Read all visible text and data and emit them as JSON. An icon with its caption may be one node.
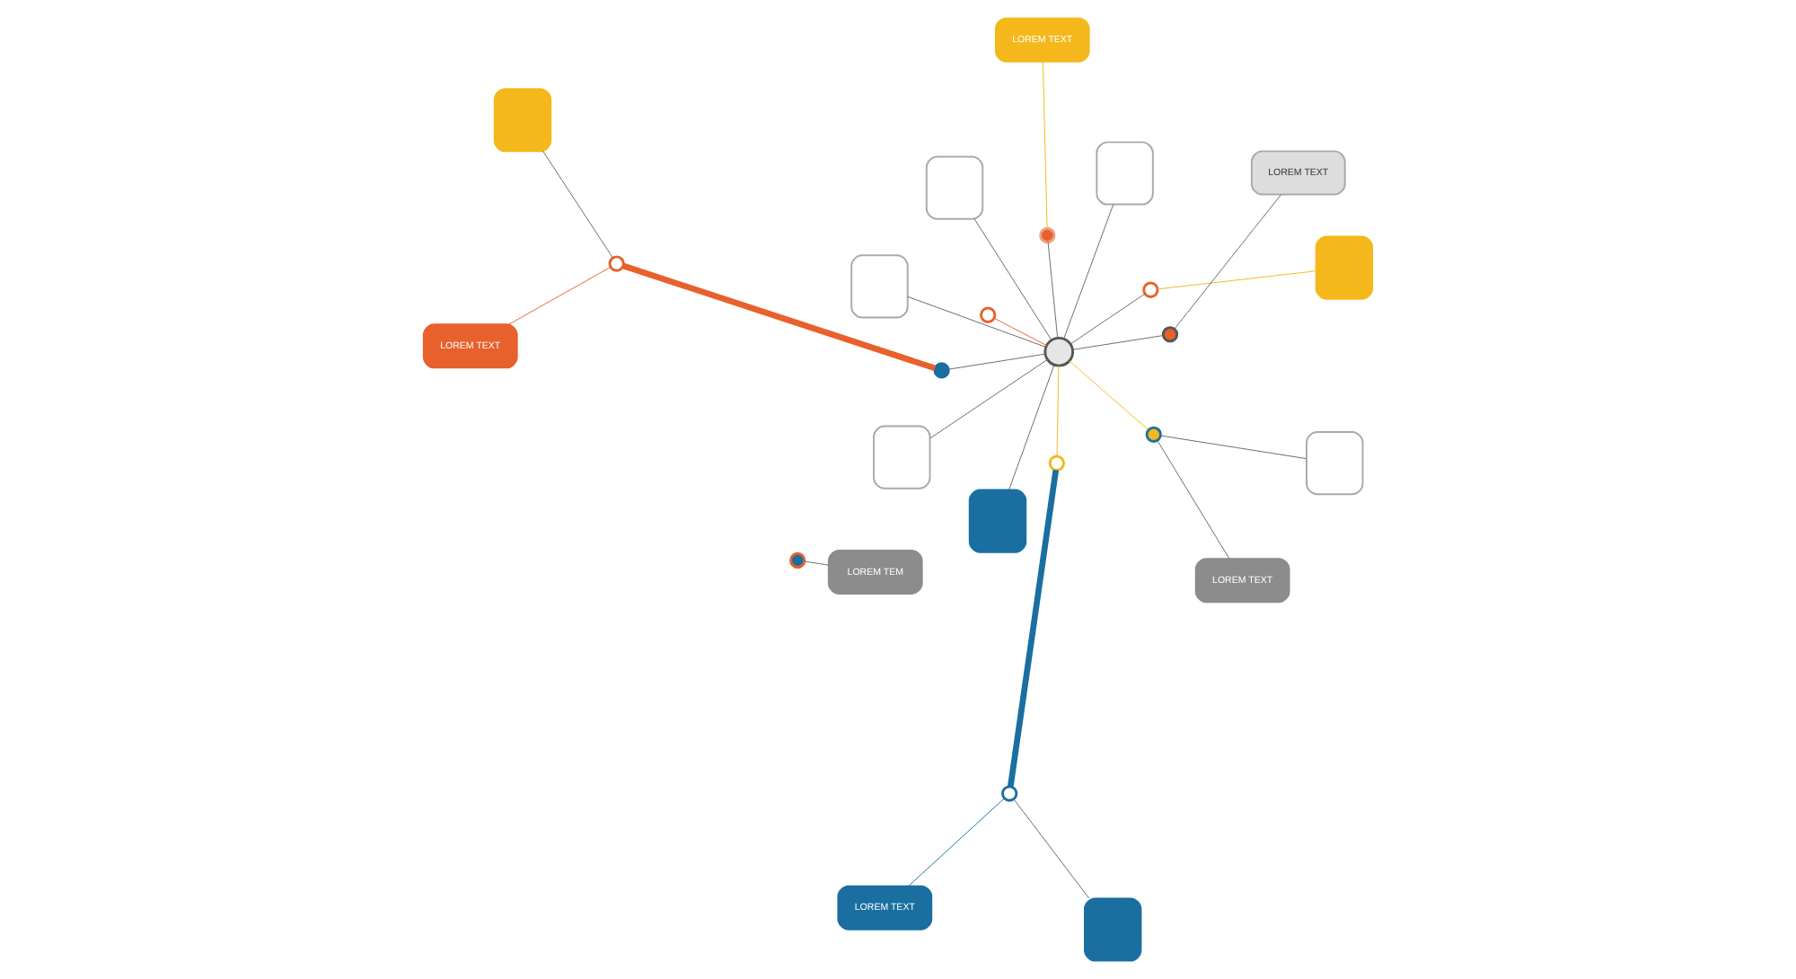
{
  "diagram": {
    "nodes": [
      {
        "text": [],
        "shape": "circle"
      },
      {
        "text": [],
        "shape": "circle"
      },
      {
        "text": [],
        "shape": "circle"
      },
      {
        "text": [],
        "shape": "circle"
      },
      {
        "text": [],
        "shape": "circle"
      },
      {
        "text": [],
        "shape": "circle"
      },
      {
        "text": [],
        "shape": "circle"
      },
      {
        "text": [],
        "shape": "circle"
      },
      {
        "text": [],
        "shape": "circle"
      },
      {
        "text": [],
        "shape": "circle"
      },
      {
        "text": [],
        "shape": "circle"
      },
      {
        "text": [],
        "shape": "box"
      },
      {
        "text": [
          "LOREM TEXT"
        ]
      },
      {
        "text": [],
        "shape": "box"
      },
      {
        "text": [],
        "shape": "box"
      },
      {
        "text": [
          "LOREM TEXT"
        ]
      },
      {
        "text": [
          "LOREM TEXT"
        ]
      },
      {
        "text": [],
        "shape": "box"
      },
      {
        "text": [],
        "shape": "box"
      },
      {
        "text": [
          "LOREM TEXT"
        ]
      },
      {
        "text": [],
        "shape": "box"
      },
      {
        "text": [],
        "shape": "box"
      },
      {
        "text": [],
        "shape": "box"
      },
      {
        "text": [
          "LOREM TEXT"
        ]
      },
      {
        "text": [],
        "shape": "box"
      },
      {
        "text": [
          "LOREM TEM"
        ]
      }
    ],
    "edges": [
      {
        "from": 9,
        "to": 1,
        "arrow": "none",
        "style": "thick",
        "color": "#1a6fa0"
      },
      {
        "from": 2,
        "to": 10,
        "arrow": "none",
        "style": "thick",
        "color": "#e8602c"
      },
      {
        "from": 1,
        "to": 0,
        "arrow": "none",
        "color": "#f5b81c"
      },
      {
        "from": 2,
        "to": 0,
        "arrow": "none"
      },
      {
        "from": 3,
        "to": 0,
        "arrow": "none"
      },
      {
        "from": 4,
        "to": 0,
        "arrow": "none"
      },
      {
        "from": 5,
        "to": 0,
        "arrow": "none",
        "color": "#f5b81c"
      },
      {
        "from": 6,
        "to": 0,
        "arrow": "none",
        "color": "#e8602c"
      },
      {
        "from": 8,
        "to": 0,
        "arrow": "none"
      },
      {
        "from": 12,
        "to": 9,
        "arrow": "none",
        "color": "#1a6fa0"
      },
      {
        "from": 13,
        "to": 9,
        "arrow": "none"
      },
      {
        "from": 11,
        "to": 0,
        "arrow": "none"
      },
      {
        "from": 14,
        "to": 3,
        "arrow": "none",
        "color": "#f5b81c"
      },
      {
        "from": 15,
        "to": 4,
        "arrow": "none",
        "color": "#f5b81c"
      },
      {
        "from": 16,
        "to": 5,
        "arrow": "none"
      },
      {
        "from": 17,
        "to": 5,
        "arrow": "none"
      },
      {
        "from": 18,
        "to": 0,
        "arrow": "none"
      },
      {
        "from": 19,
        "to": 10,
        "arrow": "none",
        "color": "#e8602c"
      },
      {
        "from": 20,
        "to": 10,
        "arrow": "none"
      },
      {
        "from": 21,
        "to": 0,
        "arrow": "none"
      },
      {
        "from": 22,
        "to": 0,
        "arrow": "none"
      },
      {
        "from": 23,
        "to": 8,
        "arrow": "none"
      },
      {
        "from": 24,
        "to": 0,
        "arrow": "none"
      },
      {
        "from": 25,
        "to": 7,
        "arrow": "none"
      }
    ]
  }
}
